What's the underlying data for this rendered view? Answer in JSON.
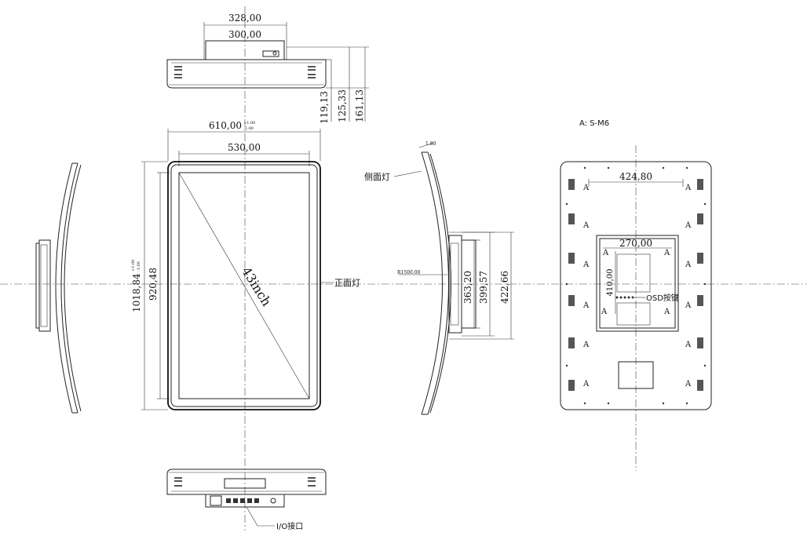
{
  "top_view": {
    "dim_outer_width": "328,00",
    "dim_inner_width": "300,00",
    "dim_depth_1": "119,13",
    "dim_depth_2": "125,33",
    "dim_depth_3": "161,13"
  },
  "front_view": {
    "dim_width_text": "610,00",
    "dim_width_tol_upper": "+1.00",
    "dim_width_tol_lower": "-1.00",
    "dim_screen_width": "530,00",
    "dim_height_text": "1018,84",
    "dim_height_tol_upper": "+1.00",
    "dim_height_tol_lower": "-1.00",
    "dim_screen_height": "920,48",
    "screen_size_label": "43inch",
    "front_light_label": "正面灯"
  },
  "side_view": {
    "angle_label": "1.80",
    "side_light_label": "侧面灯",
    "radius_label": "R1500.00",
    "dim_box_height_1": "363,20",
    "dim_box_height_2": "399,57",
    "dim_box_height_3": "422,66"
  },
  "rear_view": {
    "thread_note": "A: S-M6",
    "dim_hole_span": "424,80",
    "dim_vesa_width": "270,00",
    "dim_vesa_height": "410,00",
    "osd_label": "OSD按键",
    "hole_marker": "A"
  },
  "bottom_view": {
    "io_label": "I/O接口"
  }
}
